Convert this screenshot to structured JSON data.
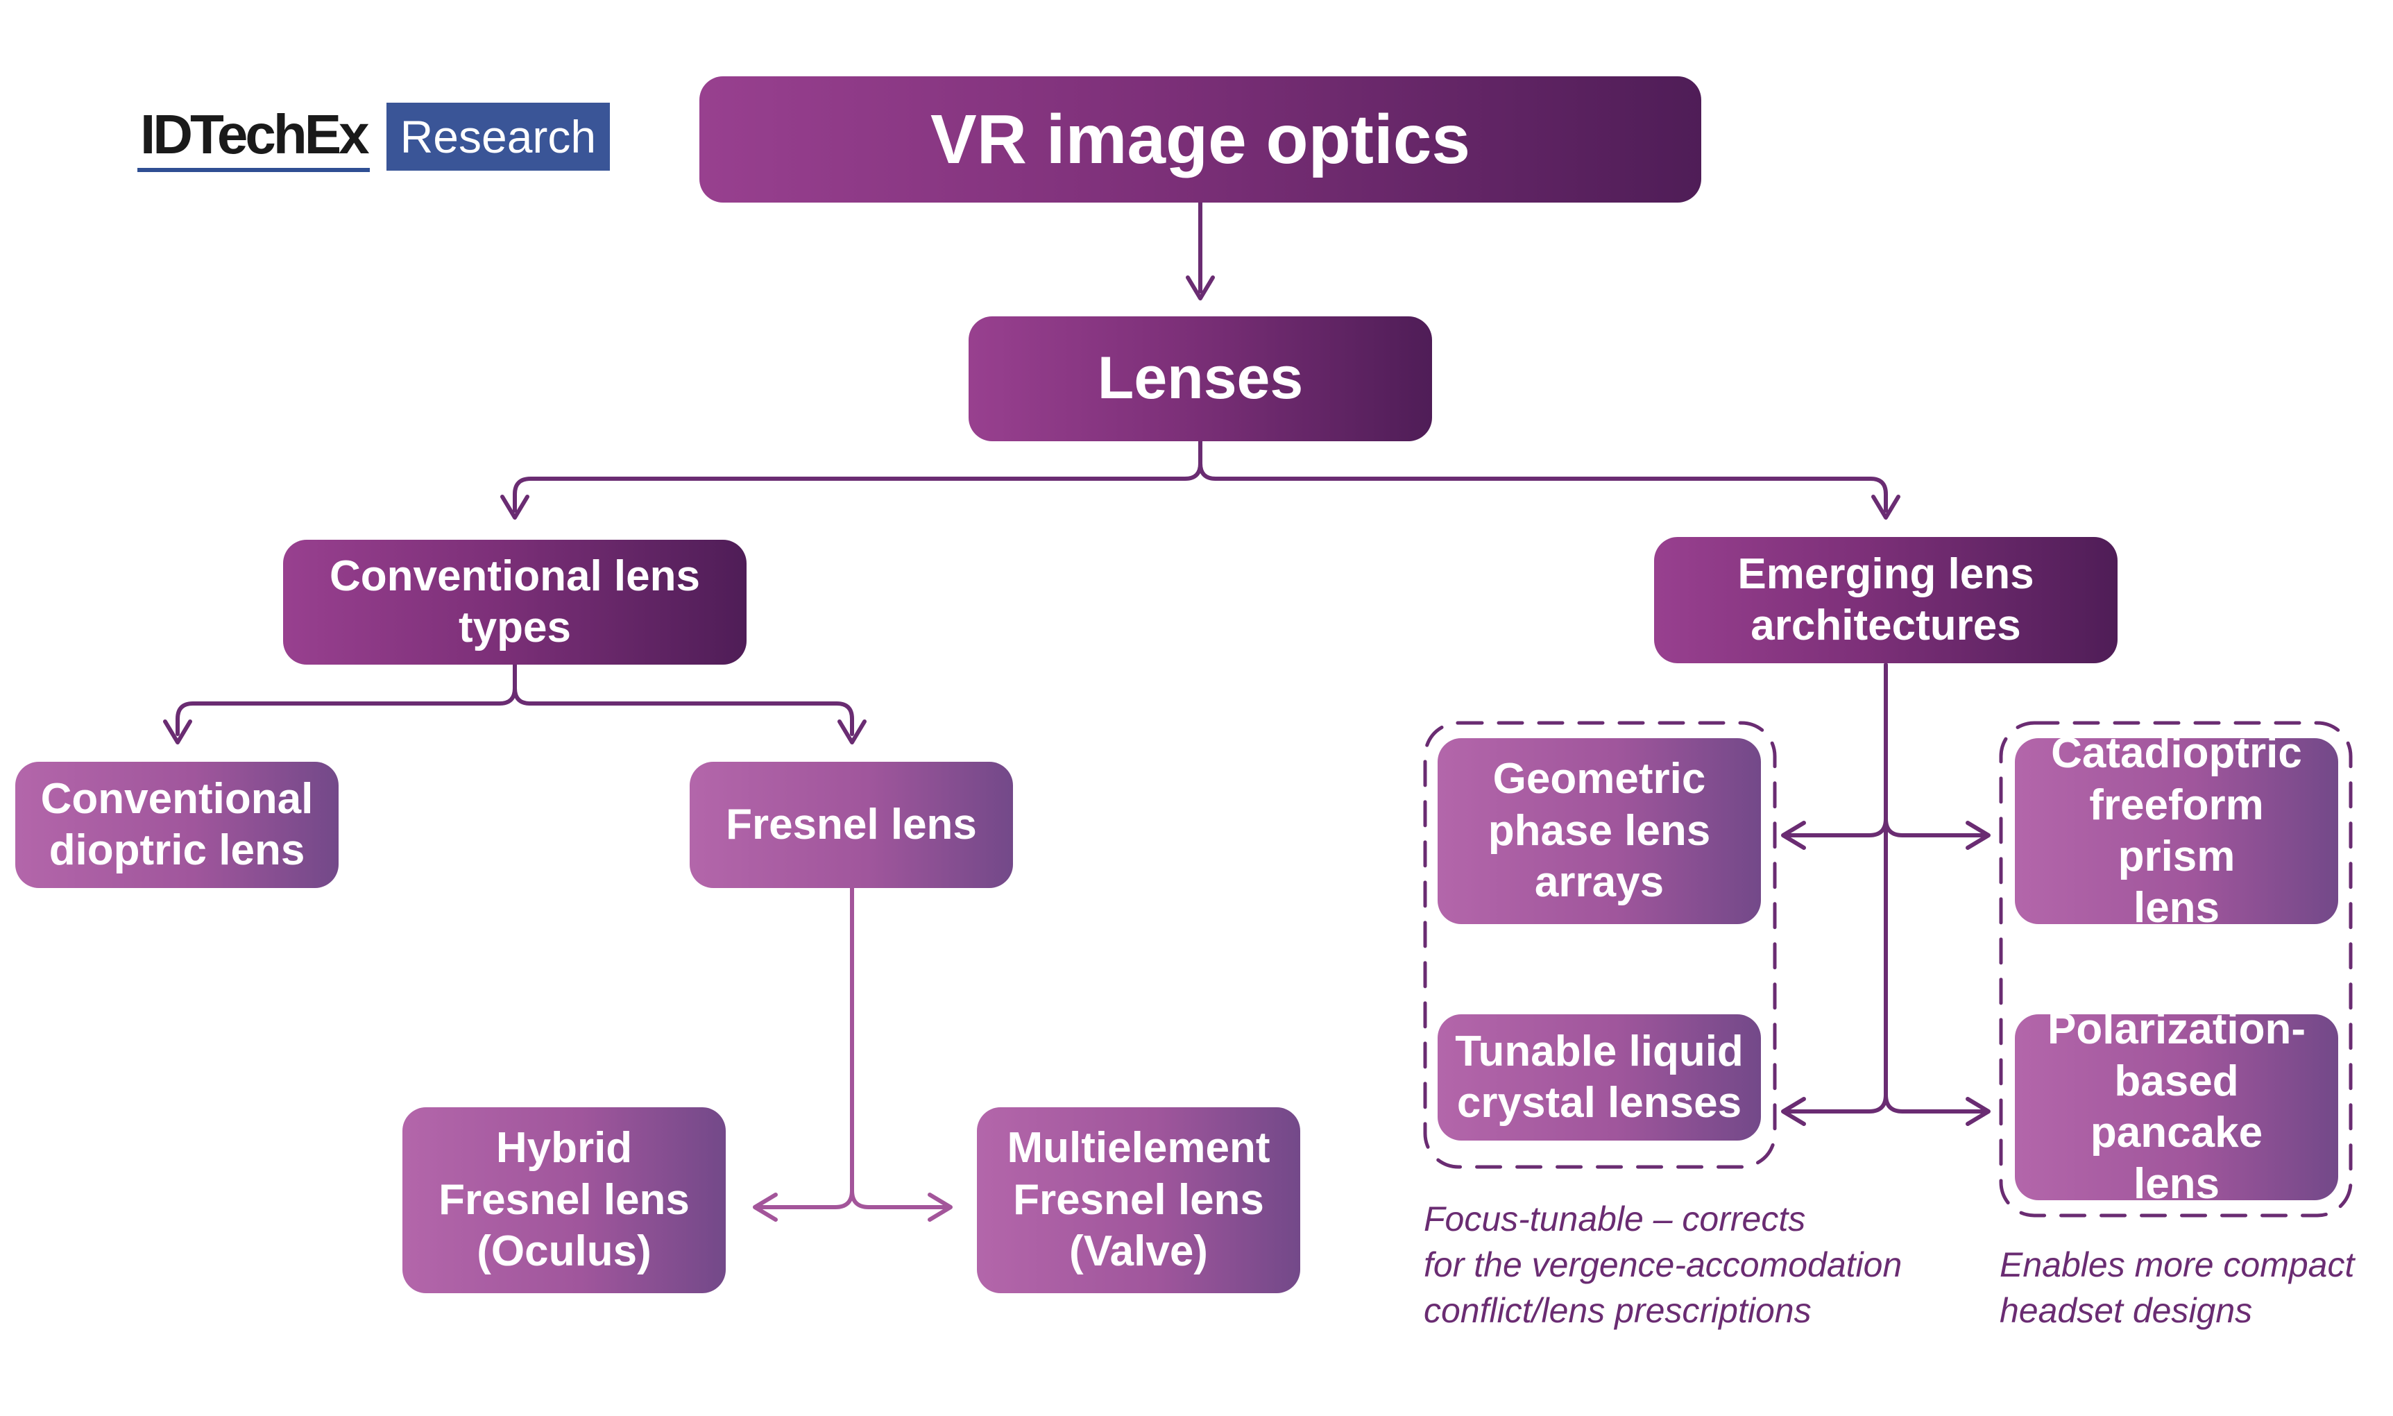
{
  "logo": {
    "name": "IDTechEx",
    "tag": "Research"
  },
  "nodes": {
    "root": "VR image optics",
    "lenses": "Lenses",
    "conventional_types": "Conventional lens\ntypes",
    "emerging": "Emerging lens\narchitectures",
    "dioptric": "Conventional\ndioptric lens",
    "fresnel": "Fresnel lens",
    "hybrid_fresnel": "Hybrid\nFresnel lens\n(Oculus)",
    "multielement_fresnel": "Multielement\nFresnel lens\n(Valve)",
    "geometric_phase": "Geometric\nphase lens\narrays",
    "tunable_lc": "Tunable liquid\ncrystal lenses",
    "catadioptric": "Catadioptric\nfreeform prism\nlens",
    "pancake": "Polarization-\nbased pancake\nlens"
  },
  "notes": {
    "focus_tunable": "Focus-tunable – corrects\nfor the vergence-accomodation\nconflict/lens prescriptions",
    "compact": "Enables more compact\nheadset designs"
  },
  "colors": {
    "dark_start": "#98408f",
    "dark_end": "#4f1d57",
    "light_start": "#b366aa",
    "light_end": "#734989",
    "connector_dark": "#6a2c72",
    "connector_light": "#a3559a",
    "logo_blue": "#3a5597"
  }
}
